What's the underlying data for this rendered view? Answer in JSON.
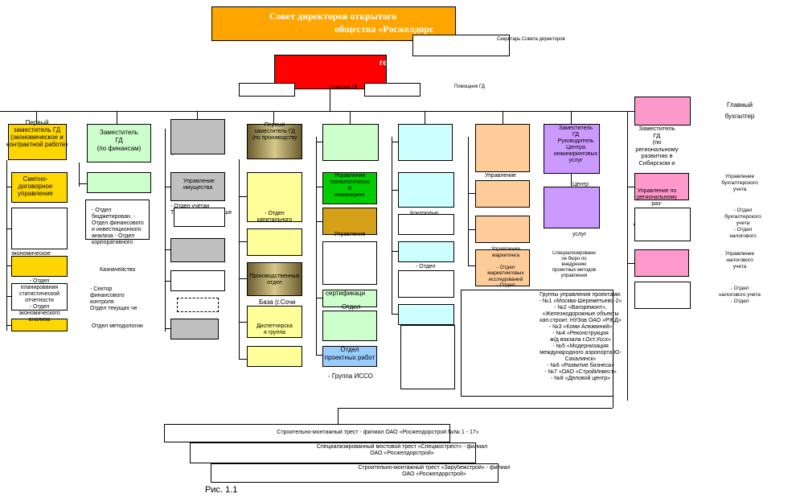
{
  "top": {
    "board_line1": "Совет директоров открытого",
    "board_line2": "общества «Росжелдорс",
    "secretary": "Секретарь Совета директоров",
    "gd": "ге",
    "advisor": "Советник ГД",
    "assistant": "Помощник ГД"
  },
  "col1": {
    "head": "Первый\nзаместитель ГД\n(экономическое и\nконтрактной работе)",
    "b1": "Сметно-\nдоговорное\nуправление",
    "t1": "экономическое",
    "t2": "- Отдел\nпланирования\nстатистической\nотчетности\n- Отдел\nэкономического\nанализа"
  },
  "col2": {
    "head": "Заместитель\nГД\n(по финансам)",
    "t1": "- Отдел\nбюджетирован. -\nОтдел финансового\nи инвестиционного\nанализа - Отдел\nкорпоративного",
    "t2": "Казначейство",
    "t3": "- Сектор\nфинансового\nконтроля\nОтдел текущих че",
    "t4": "Отдел методологии"
  },
  "col3": {
    "t1": "...",
    "b2": "Управление\nимущества",
    "t2": "- Отдел учетаи\nТдел арендных отноше"
  },
  "col4": {
    "head": "Первый\nзаместитель ГД\n(по производству",
    "b1": "- Отдел\nкапитального",
    "b3": "Производственный\nотдел",
    "t1": "База (г.Сочи",
    "b4": "Диспетчерска\nя группа"
  },
  "col5": {
    "b1": "Управление\nтехнологическо\nй\nинжинеринг",
    "b2": "Управление",
    "t1": "сертификаци",
    "t2": "Отдел",
    "b5": "Отдел\nпроектных работ",
    "t3": "- Группа ИССО"
  },
  "col6": {
    "t1": "Контролью",
    "t2": "- Отдел"
  },
  "col7": {
    "t1": "Управление",
    "b3": "Управление\nмаркетинга\n\n- Отдел\nмаркетинговых\nисследований\n- Отдел"
  },
  "col8": {
    "head": "Заместитель\nГД\nРуководитель\nЦентра\nинжиниринговых\nуслуг",
    "t1": "Центр",
    "t2": "услуг",
    "t3": "Специализированн\nое бюро по\nвнедрению\nпроектных методов\nуправления"
  },
  "col9": {
    "head": "Заместитель\nГД\n(по\nрегиональному\nразвитию в\nСибирском и",
    "t1": "Управление по\nрегиональному\nраз-\nвитию в\nСибирском и\nДальневосточном"
  },
  "col10": {
    "head": "Главный\nбухгалтер",
    "t1": "Управление\nбухгалтерского\nучета",
    "t2": "- Отдел\nбухгалтерского\nучета\n- Отдел\nналогового",
    "t3": "Управление\nналогового\nучета",
    "t4": "- Отдел\nналогового учета\n- Отдел"
  },
  "projects": "Группы управления проектами:\n- №1 «Москва-Шереметьево-2»\n- №2 «Вагоремонт»,\n«Железнодорожные объекты\nкап.строит. НУЗов ОАО «РЖД»\n- №3 «Коми Алюминий»\n- №4 «Реконструкция\nж/д вокзала г.Ост.Уссх»\n- №5 «Модернизация\nмеждународного аэропорта Ю-\nСахалинск»\n- №6 «Развитие бизнеса»\n- №7 «ОАО «СтройИнвест»\n- №8 «Деловой центр»",
  "trusts": {
    "t1": "Строительно-монтажный трест -  филиал ОАО «Росжелдорстрой №№ 1 - 17»",
    "t2": "Специализированный мостовой трест «Спецмострест» -  филиал\nОАО «Росжелдорстрой»",
    "t3": "Строительно-монтажный трест «Зарубежстрой» -  филиал\nОАО «Росжелдорстрой»"
  },
  "caption": "Рис. 1.1"
}
